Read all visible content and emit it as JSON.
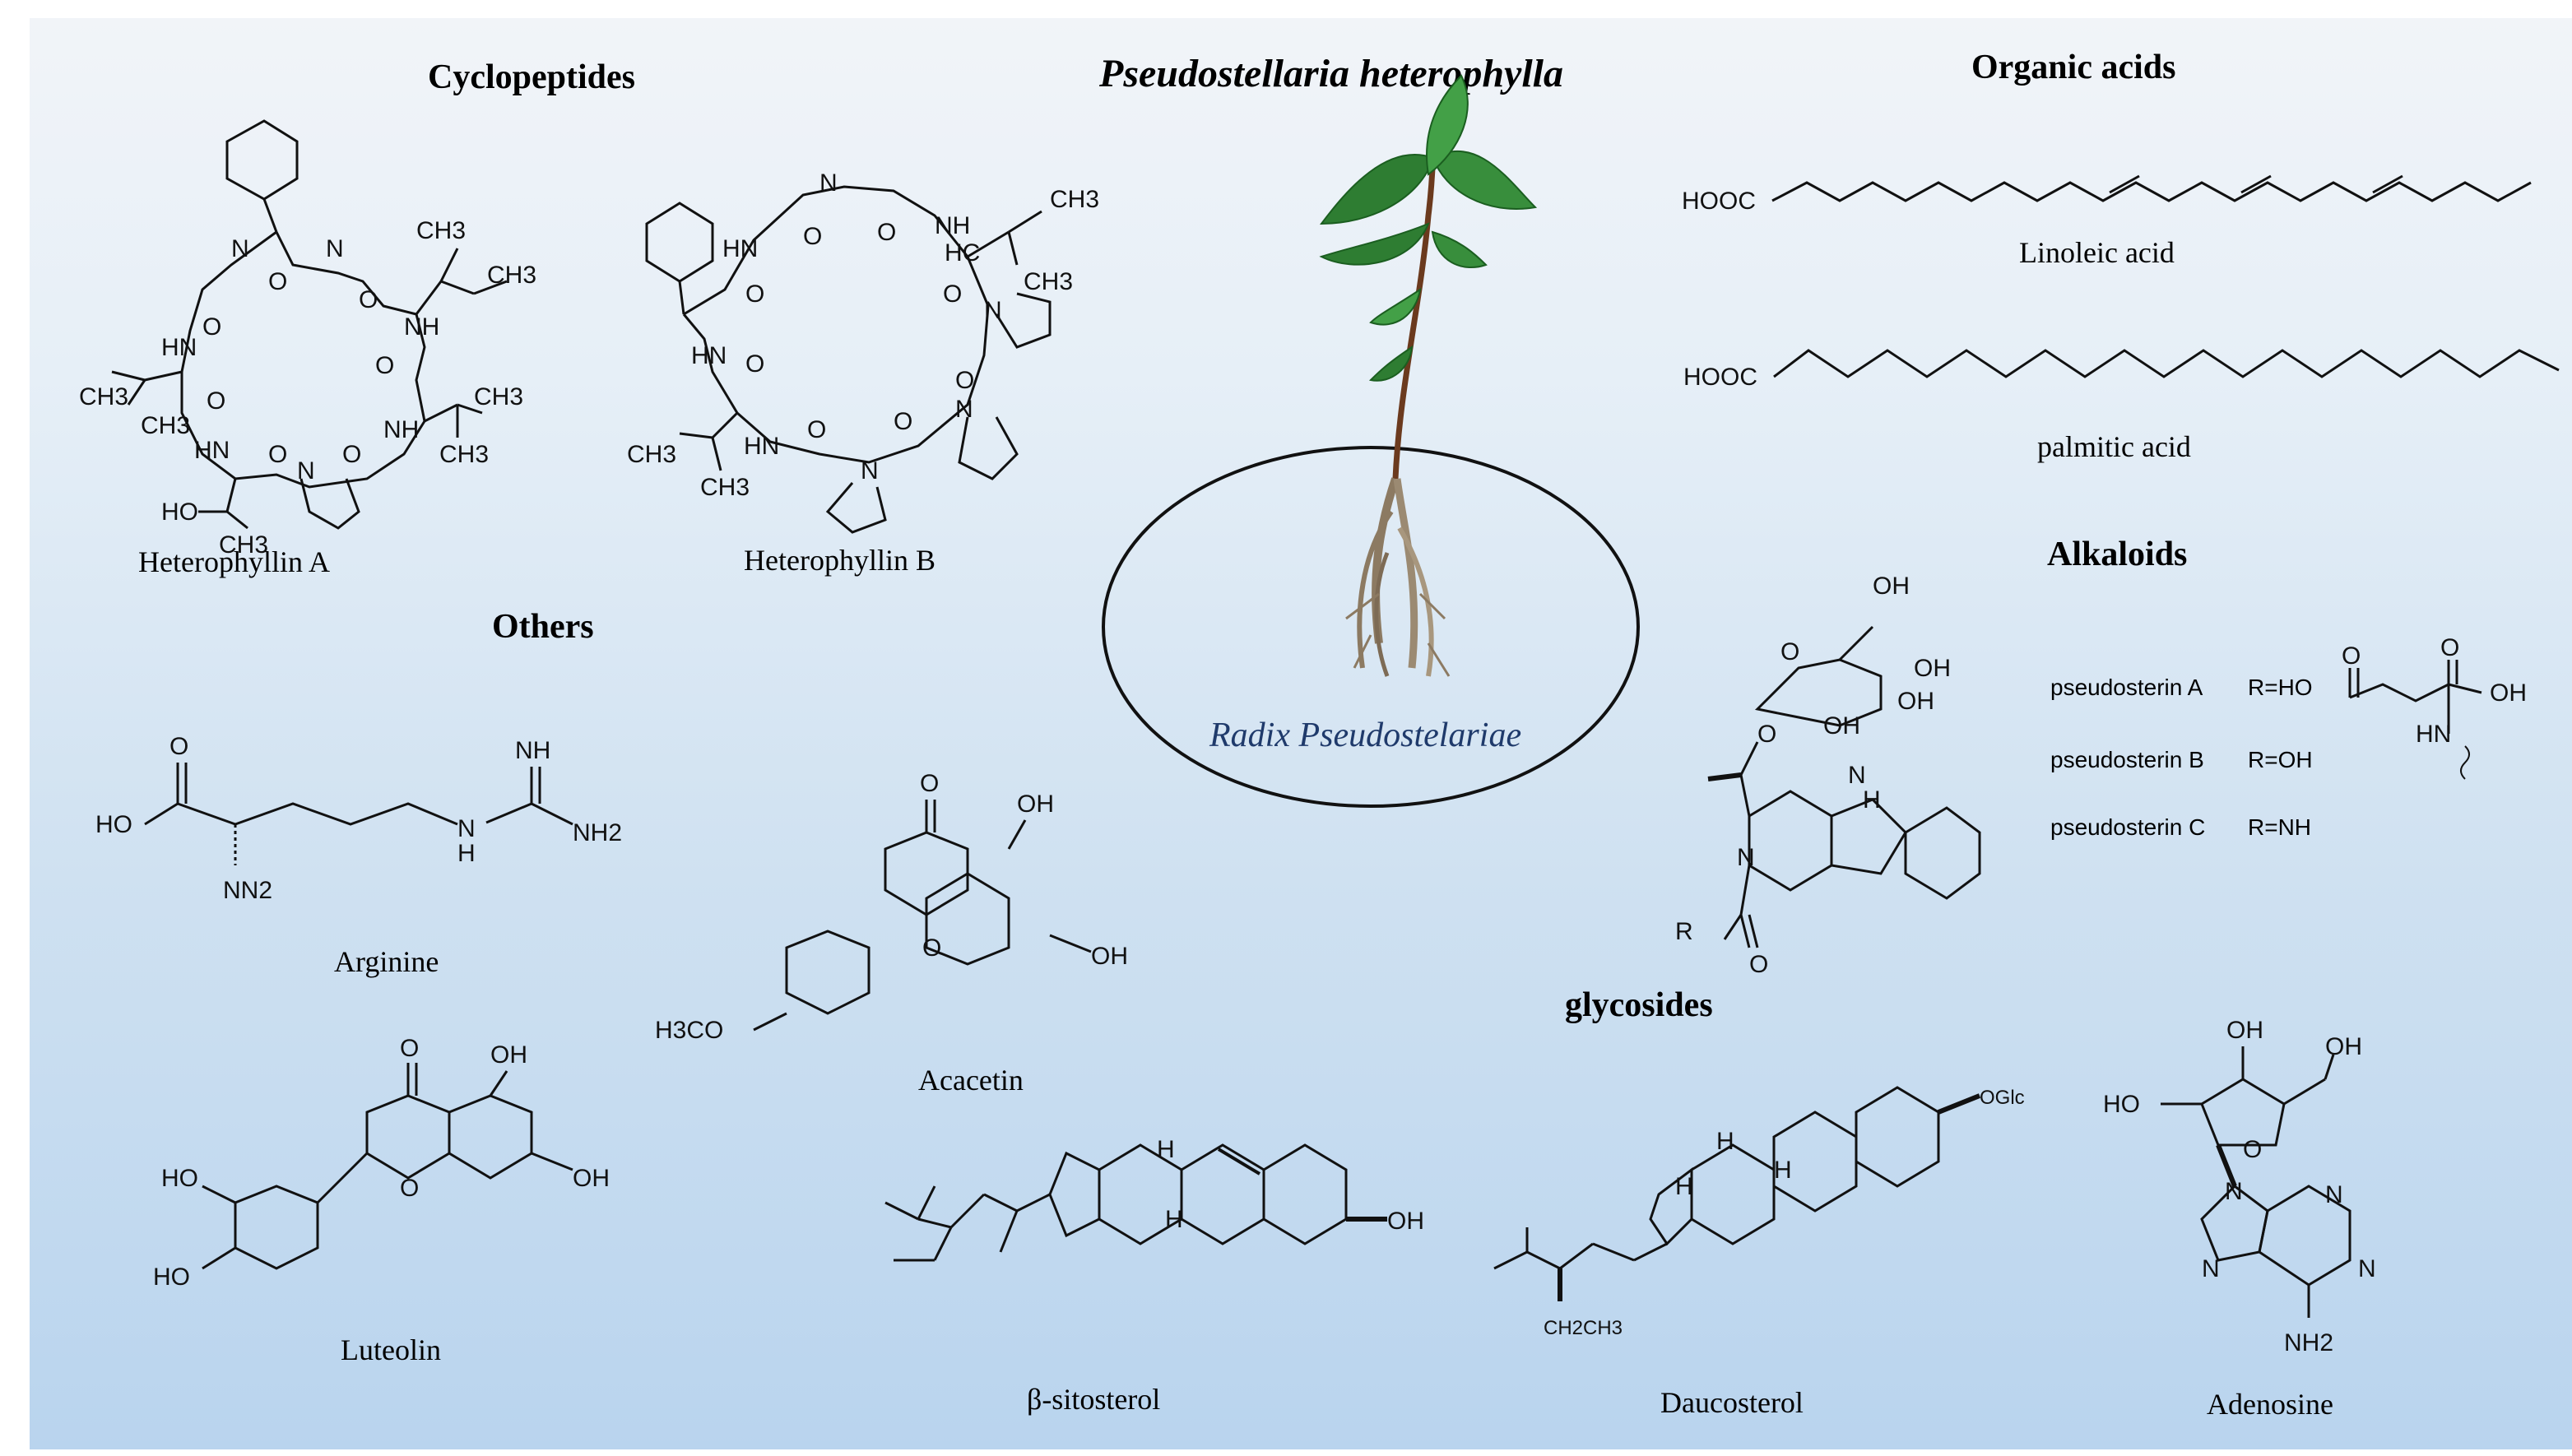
{
  "title": "Pseudostellaria heterophylla",
  "root_label": "Radix Pseudostelariae",
  "sections": {
    "cyclopeptides": "Cyclopeptides",
    "organic_acids": "Organic acids",
    "others": "Others",
    "alkaloids": "Alkaloids",
    "glycosides": "glycosides"
  },
  "compounds": {
    "heterophyllin_a": "Heterophyllin A",
    "heterophyllin_b": "Heterophyllin B",
    "linoleic_acid": "Linoleic acid",
    "palmitic_acid": "palmitic acid",
    "arginine": "Arginine",
    "acacetin": "Acacetin",
    "luteolin": "Luteolin",
    "beta_sitosterol": "β-sitosterol",
    "daucosterol": "Daucosterol",
    "adenosine": "Adenosine"
  },
  "alkaloid_variants": [
    {
      "name": "pseudosterin A",
      "r": "R=HO"
    },
    {
      "name": "pseudosterin B",
      "r": "R=OH"
    },
    {
      "name": "pseudosterin C",
      "r": "R=NH"
    }
  ],
  "atom_labels": {
    "hooc": "HOOC",
    "ho": "HO",
    "oh": "OH",
    "o": "O",
    "n": "N",
    "nh": "NH",
    "hn": "HN",
    "h": "H",
    "r": "R",
    "nh2": "NH2",
    "nn2": "NN2",
    "ch3": "CH3",
    "h3co": "H3CO",
    "hc": "HC",
    "ogic": "OGlc",
    "ch2ch3": "CH2CH3"
  },
  "colors": {
    "bg_top": "#f1f4f8",
    "bg_bottom": "#b9d4ee",
    "root_label": "#1f3a6b",
    "leaf": "#2e7d32",
    "root": "#9b8a72"
  }
}
